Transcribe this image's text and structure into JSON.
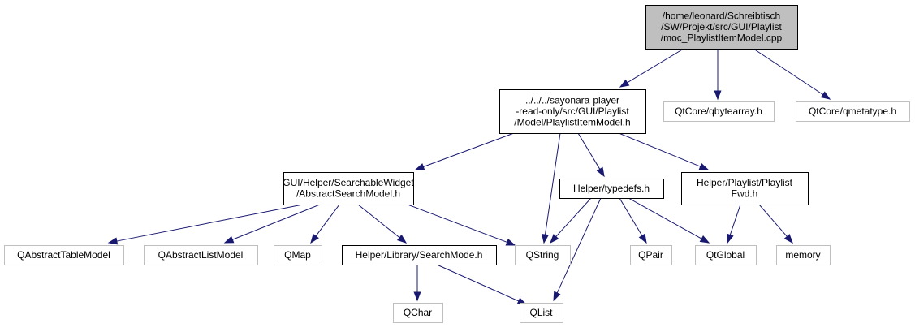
{
  "colors": {
    "edge": "#191970",
    "root_fill": "#bfbfbf",
    "node_fill": "#ffffff",
    "internal_border": "#000000",
    "external_border": "#bfbfbf"
  },
  "nodes": [
    {
      "id": "root",
      "kind": "root",
      "lines": [
        "/home/leonard/Schreibtisch",
        "/SW/Projekt/src/GUI/Playlist",
        "/moc_PlaylistItemModel.cpp"
      ]
    },
    {
      "id": "model",
      "kind": "internal",
      "lines": [
        "../../../sayonara-player",
        "-read-only/src/GUI/Playlist",
        "/Model/PlaylistItemModel.h"
      ]
    },
    {
      "id": "qbytearray",
      "kind": "external",
      "lines": [
        "QtCore/qbytearray.h"
      ]
    },
    {
      "id": "qmetatype",
      "kind": "external",
      "lines": [
        "QtCore/qmetatype.h"
      ]
    },
    {
      "id": "abstractsearch",
      "kind": "internal",
      "lines": [
        "GUI/Helper/SearchableWidget",
        "/AbstractSearchModel.h"
      ]
    },
    {
      "id": "typedefs",
      "kind": "internal",
      "lines": [
        "Helper/typedefs.h"
      ]
    },
    {
      "id": "playlistfwd",
      "kind": "internal",
      "lines": [
        "Helper/Playlist/Playlist",
        "Fwd.h"
      ]
    },
    {
      "id": "qabstracttable",
      "kind": "external",
      "lines": [
        "QAbstractTableModel"
      ]
    },
    {
      "id": "qabstractlist",
      "kind": "external",
      "lines": [
        "QAbstractListModel"
      ]
    },
    {
      "id": "qmap",
      "kind": "external",
      "lines": [
        "QMap"
      ]
    },
    {
      "id": "searchmode",
      "kind": "internal",
      "lines": [
        "Helper/Library/SearchMode.h"
      ]
    },
    {
      "id": "qstring",
      "kind": "external",
      "lines": [
        "QString"
      ]
    },
    {
      "id": "qpair",
      "kind": "external",
      "lines": [
        "QPair"
      ]
    },
    {
      "id": "qtglobal",
      "kind": "external",
      "lines": [
        "QtGlobal"
      ]
    },
    {
      "id": "memory",
      "kind": "external",
      "lines": [
        "memory"
      ]
    },
    {
      "id": "qchar",
      "kind": "external",
      "lines": [
        "QChar"
      ]
    },
    {
      "id": "qlist",
      "kind": "external",
      "lines": [
        "QList"
      ]
    }
  ],
  "edges": [
    [
      "root",
      "model"
    ],
    [
      "root",
      "qbytearray"
    ],
    [
      "root",
      "qmetatype"
    ],
    [
      "model",
      "abstractsearch"
    ],
    [
      "model",
      "qstring"
    ],
    [
      "model",
      "typedefs"
    ],
    [
      "model",
      "playlistfwd"
    ],
    [
      "abstractsearch",
      "qabstracttable"
    ],
    [
      "abstractsearch",
      "qabstractlist"
    ],
    [
      "abstractsearch",
      "qmap"
    ],
    [
      "abstractsearch",
      "searchmode"
    ],
    [
      "abstractsearch",
      "qstring"
    ],
    [
      "typedefs",
      "qstring"
    ],
    [
      "typedefs",
      "qpair"
    ],
    [
      "typedefs",
      "qtglobal"
    ],
    [
      "typedefs",
      "qlist"
    ],
    [
      "playlistfwd",
      "qtglobal"
    ],
    [
      "playlistfwd",
      "memory"
    ],
    [
      "searchmode",
      "qchar"
    ],
    [
      "searchmode",
      "qlist"
    ]
  ]
}
